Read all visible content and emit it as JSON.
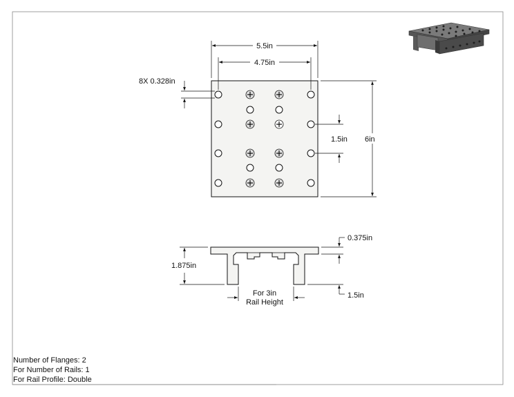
{
  "top_view": {
    "overall_width": "5.5in",
    "hole_spacing_width": "4.75in",
    "hole_callout": "8X 0.328in",
    "hole_pitch": "1.5in",
    "overall_length": "6in"
  },
  "side_view": {
    "plate_thickness": "0.375in",
    "overall_height": "1.875in",
    "flange_gap": "1.5in",
    "rail_note_line1": "For 3in",
    "rail_note_line2": "Rail Height"
  },
  "notes": {
    "flanges": "Number of Flanges: 2",
    "rails": "For Number of Rails: 1",
    "profile": "For Rail Profile: Double"
  },
  "colors": {
    "line": "#111111",
    "plate": "#f4f4f2",
    "iso_dark": "#4a4a4a"
  }
}
